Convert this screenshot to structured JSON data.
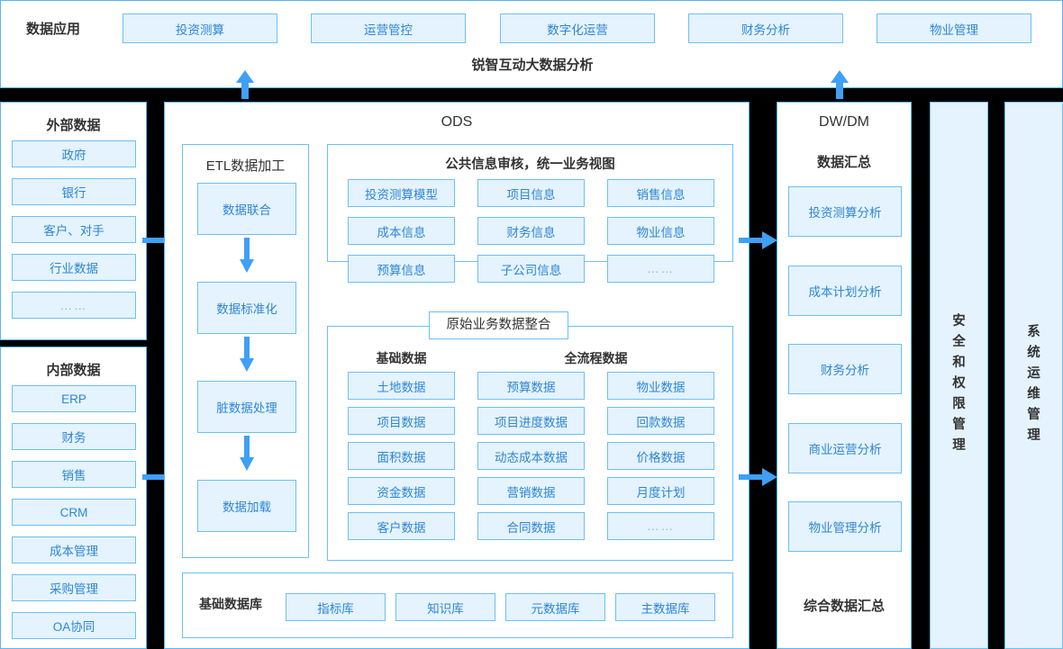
{
  "top_band": {
    "label": "数据应用",
    "apps": [
      "投资测算",
      "运营管控",
      "数字化运营",
      "财务分析",
      "物业管理"
    ],
    "platform_title": "锐智互动大数据分析"
  },
  "external_data": {
    "title": "外部数据",
    "items": [
      "政府",
      "银行",
      "客户、对手",
      "行业数据",
      "……"
    ]
  },
  "internal_data": {
    "title": "内部数据",
    "items": [
      "ERP",
      "财务",
      "销售",
      "CRM",
      "成本管理",
      "采购管理",
      "OA协同"
    ]
  },
  "ods": {
    "title": "ODS",
    "etl": {
      "title": "ETL数据加工",
      "steps": [
        "数据联合",
        "数据标准化",
        "脏数据处理",
        "数据加载"
      ]
    },
    "public_info": {
      "title": "公共信息审核，统一业务视图",
      "rows": [
        [
          "投资测算模型",
          "项目信息",
          "销售信息"
        ],
        [
          "成本信息",
          "财务信息",
          "物业信息"
        ],
        [
          "预算信息",
          "子公司信息",
          "……"
        ]
      ]
    },
    "raw_integration": {
      "title": "原始业务数据整合",
      "basic_title": "基础数据",
      "process_title": "全流程数据",
      "basic_items": [
        "土地数据",
        "项目数据",
        "面积数据",
        "资金数据",
        "客户数据"
      ],
      "process_col1": [
        "预算数据",
        "项目进度数据",
        "动态成本数据",
        "营销数据",
        "合同数据"
      ],
      "process_col2": [
        "物业数据",
        "回款数据",
        "价格数据",
        "月度计划",
        "……"
      ]
    },
    "base_db": {
      "title": "基础数据库",
      "items": [
        "指标库",
        "知识库",
        "元数据库",
        "主数据库"
      ]
    }
  },
  "dwdm": {
    "title": "DW/DM",
    "summary_title": "数据汇总",
    "items": [
      "投资测算分析",
      "成本计划分析",
      "财务分析",
      "商业运营分析",
      "物业管理分析"
    ],
    "footer": "综合数据汇总"
  },
  "side_columns": [
    {
      "name": "security-column",
      "text": "安全和权限管理"
    },
    {
      "name": "ops-column",
      "text": "系统运维管理"
    }
  ],
  "colors": {
    "accent": "#3fa0f7",
    "border": "#56b6f7",
    "box_fill": "#e4f3fd",
    "box_border": "#6cc0f5",
    "box_text": "#2f86d4",
    "title_text": "#333333",
    "gap": "#000000"
  }
}
